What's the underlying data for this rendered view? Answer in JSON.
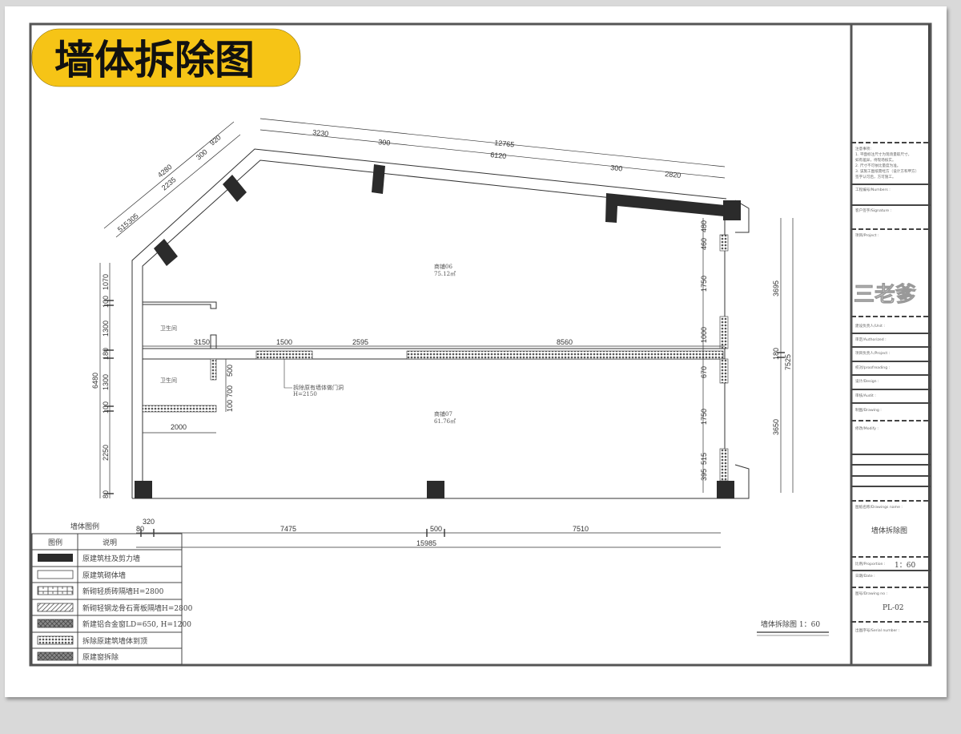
{
  "title_banner": "墙体拆除图",
  "colors": {
    "banner": "#f6c416",
    "wall": "#333333",
    "frame": "#555555"
  },
  "plan": {
    "rooms": [
      {
        "name": "商铺06",
        "area": "75.12㎡"
      },
      {
        "name": "商铺07",
        "area": "61.76㎡"
      }
    ],
    "toilets": [
      "卫生间",
      "卫生间"
    ],
    "annotation": [
      "拆除原有墙体做门洞",
      "H=2150"
    ]
  },
  "dimensions": {
    "top_total": "12765",
    "top_segments": [
      "3230",
      "300",
      "6120",
      "300",
      "2820"
    ],
    "diag_total": "4280",
    "diag_segments": [
      "515",
      "305",
      "2235",
      "300",
      "920"
    ],
    "left_total": "6480",
    "left_segments": [
      "1070",
      "100",
      "1300",
      "180",
      "1300",
      "100",
      "2250",
      "80"
    ],
    "right_total": "7525",
    "right_segments": [
      "3695",
      "180",
      "3650"
    ],
    "right_inner": [
      "480",
      "460",
      "1750",
      "1000",
      "670",
      "1750",
      "515",
      "395"
    ],
    "bottom_segments": [
      "80",
      "320",
      "7475",
      "500",
      "7510"
    ],
    "bottom_total": "15985",
    "interior": [
      "3150",
      "1500",
      "2595",
      "8560",
      "500",
      "700",
      "100",
      "2000"
    ]
  },
  "legend": {
    "title": "墙体图例",
    "headers": [
      "图例",
      "说明"
    ],
    "items": [
      {
        "pattern": "solid",
        "label": "原建筑柱及剪力墙"
      },
      {
        "pattern": "empty",
        "label": "原建筑砌体墙"
      },
      {
        "pattern": "brick",
        "label": "新砌轻质砖隔墙H=2800"
      },
      {
        "pattern": "hatch",
        "label": "新砌轻钢龙骨石膏板隔墙H=2800"
      },
      {
        "pattern": "cross",
        "label": "新建铝合金窗LD=650, H=1200"
      },
      {
        "pattern": "dots",
        "label": "拆除原建筑墙体到顶"
      },
      {
        "pattern": "dots2",
        "label": "原建窗拆除"
      }
    ]
  },
  "scale_label": "墙体拆除图 1：60",
  "title_block": {
    "notes": [
      "注意事项:",
      "1. 平面标注尺寸为现场量取尺寸，",
      "   如有差异，待现场核实。",
      "2. 尺寸不可依比量度为准。",
      "3. 该施工图纸需经方（设计方和甲方）",
      "   签字认可后，方可施工。"
    ],
    "fields": [
      "工程编号/Numbers :",
      "客户签字/Signature :",
      "项目/Project :",
      "建设负责人/Unit :",
      "审定/Authorized :",
      "项目负责人/Project :",
      "校对/proofreading :",
      "设计/Design :",
      "审核/Audit :",
      "制图/Drawing :",
      "修改/Modify :"
    ],
    "logo": "三老爹",
    "drawing_name_label": "图纸名称/Drawings name :",
    "drawing_name": "墙体拆除图",
    "proportion_label": "比例/Proportion :",
    "proportion": "1：60",
    "date_label": "日期/Date :",
    "drawing_no_label": "图号/Drawing no :",
    "drawing_no": "PL-02",
    "serial_label": "出图序号/Serial number :"
  }
}
